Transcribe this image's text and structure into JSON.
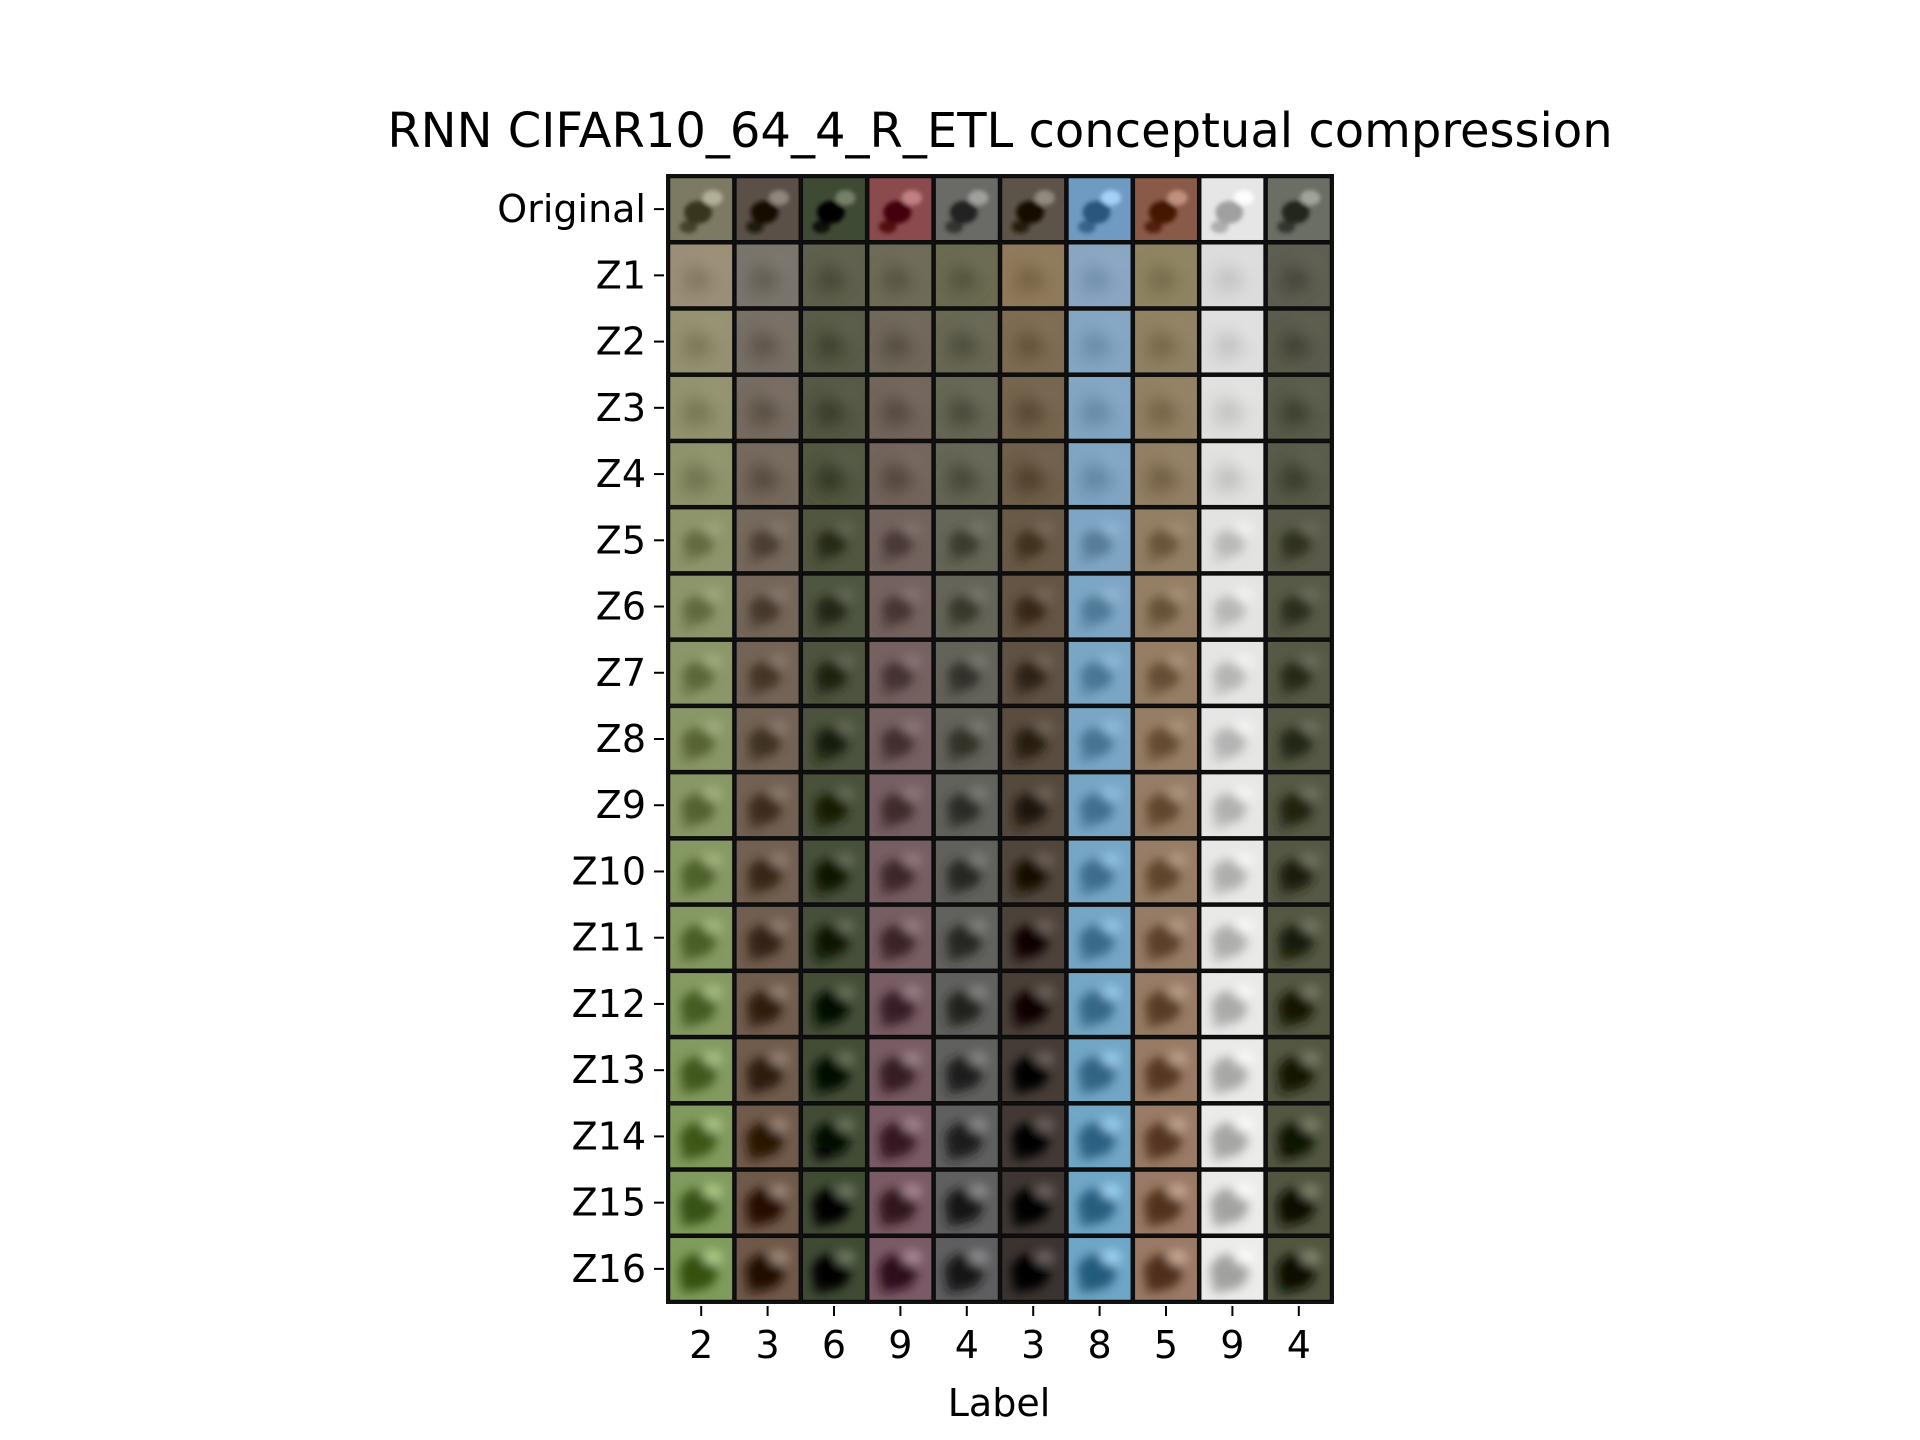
{
  "chart_data": {
    "type": "image-grid",
    "title": "RNN CIFAR10_64_4_R_ETL conceptual compression",
    "xlabel": "Label",
    "ylabel": "",
    "row_labels": [
      "Original",
      "Z1",
      "Z2",
      "Z3",
      "Z4",
      "Z5",
      "Z6",
      "Z7",
      "Z8",
      "Z9",
      "Z10",
      "Z11",
      "Z12",
      "Z13",
      "Z14",
      "Z15",
      "Z16"
    ],
    "column_labels": [
      "2",
      "3",
      "6",
      "9",
      "4",
      "3",
      "8",
      "5",
      "9",
      "4"
    ],
    "grid": false,
    "legend": "none",
    "column_colors": [
      {
        "original": "#7d7a63",
        "early": "#9b8f78",
        "late": "#7f9c5c"
      },
      {
        "original": "#5a5048",
        "early": "#7a756c",
        "late": "#6f5848"
      },
      {
        "original": "#3f4a35",
        "early": "#5f604d",
        "late": "#3f4a33"
      },
      {
        "original": "#8a4a4e",
        "early": "#6e6b58",
        "late": "#7a5a66"
      },
      {
        "original": "#6a6a66",
        "early": "#6b6b52",
        "late": "#5e5e60"
      },
      {
        "original": "#5c5448",
        "early": "#8f7a5c",
        "late": "#3b3330"
      },
      {
        "original": "#6f9ac2",
        "early": "#8aa6c2",
        "late": "#6fa6c6"
      },
      {
        "original": "#8a5a48",
        "early": "#8e8462",
        "late": "#9a7a66"
      },
      {
        "original": "#e6e6e6",
        "early": "#dcdcdc",
        "late": "#ececea"
      },
      {
        "original": "#6a6e64",
        "early": "#5e5e52",
        "late": "#52563f"
      }
    ]
  }
}
